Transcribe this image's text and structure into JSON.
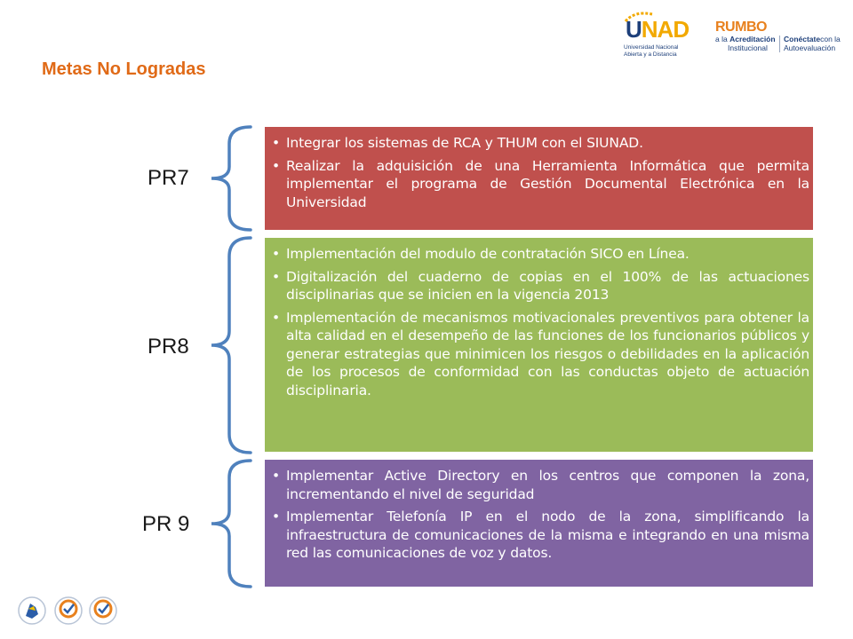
{
  "page": {
    "title": "Metas No Logradas"
  },
  "header": {
    "unad_logo": {
      "word_u": "U",
      "word_rest": "NAD",
      "line1": "Universidad Nacional",
      "line2": "Abierta y a Distancia"
    },
    "rumbo_logo": {
      "word": "RUMBO",
      "line1_pre": "a la ",
      "line1_bold": "Acreditación",
      "line2": "Institucional",
      "right_bold": "Conéctate",
      "right_rest": "con la",
      "right_line2": "Autoevaluación"
    }
  },
  "groups": [
    {
      "label": "PR7",
      "color": "#c0504d",
      "items": [
        "Integrar los sistemas de RCA y THUM con el SIUNAD.",
        "Realizar la adquisición de una Herramienta Informática que permita implementar el programa de Gestión Documental Electrónica en la Universidad"
      ]
    },
    {
      "label": "PR8",
      "color": "#9bbb59",
      "items": [
        "Implementación del modulo de contratación SICO en Línea.",
        "Digitalización del cuaderno de copias en el 100% de las actuaciones disciplinarias que se inicien en la vigencia 2013",
        "Implementación de mecanismos motivacionales preventivos para obtener la alta calidad en el desempeño de las funciones de los funcionarios públicos y generar estrategias que minimicen los riesgos o debilidades en la aplicación de los procesos de conformidad con las conductas objeto de actuación disciplinaria."
      ]
    },
    {
      "label": "PR 9",
      "color": "#8064a2",
      "items": [
        "Implementar Active Directory en los centros que componen la zona, incrementando el nivel de seguridad",
        "Implementar Telefonía IP en el nodo de la zona, simplificando la infraestructura de comunicaciones de la misma e integrando en una misma red las comunicaciones de voz y datos."
      ]
    }
  ],
  "colors": {
    "title": "#e06a17",
    "brace": "#4f81bd"
  }
}
